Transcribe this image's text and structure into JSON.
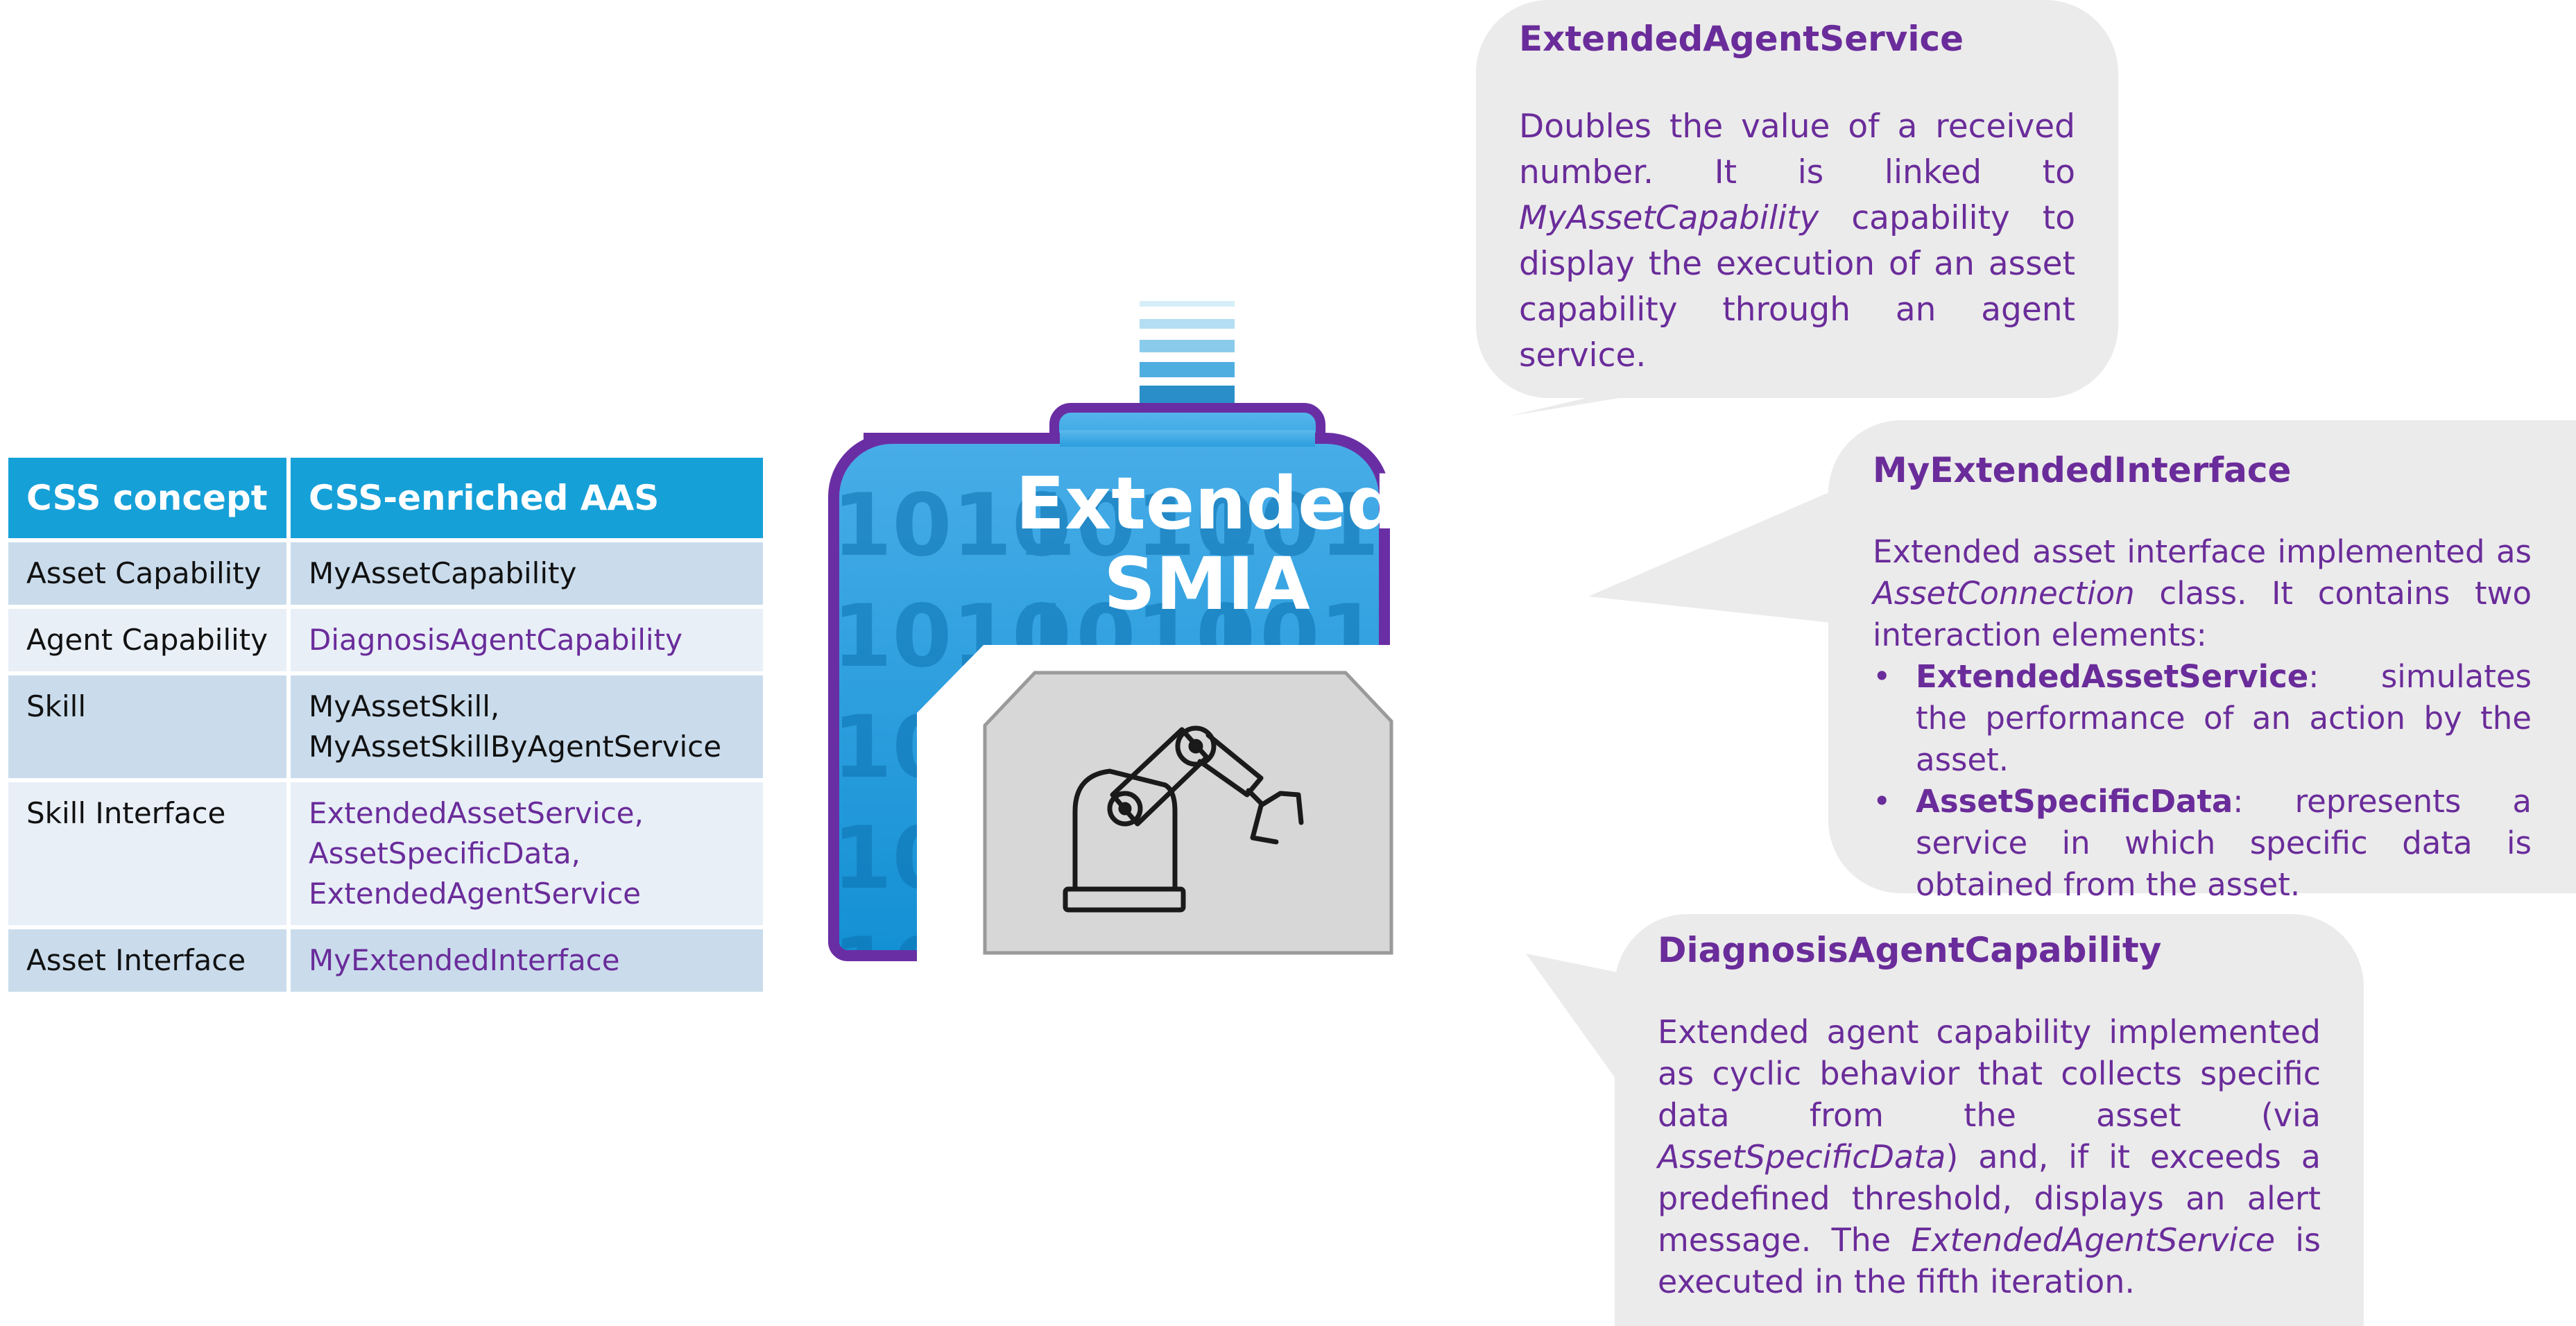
{
  "table": {
    "headers": [
      "CSS concept",
      "CSS-enriched AAS"
    ],
    "rows": [
      {
        "concept": "Asset Capability",
        "values": [
          "MyAssetCapability"
        ],
        "style": "black"
      },
      {
        "concept": "Agent Capability",
        "values": [
          "DiagnosisAgentCapability"
        ],
        "style": "purple"
      },
      {
        "concept": "Skill",
        "values": [
          "MyAssetSkill,",
          "MyAssetSkillByAgentService"
        ],
        "style": "black"
      },
      {
        "concept": "Skill Interface",
        "values": [
          "ExtendedAssetService,",
          "AssetSpecificData,",
          "ExtendedAgentService"
        ],
        "style": "purple"
      },
      {
        "concept": "Asset Interface",
        "values": [
          "MyExtendedInterface"
        ],
        "style": "purple"
      }
    ]
  },
  "smia": {
    "title_line1": "Extended",
    "title_line2": "SMIA",
    "binary_text": "1010",
    "colors": {
      "body_gradient_top": "#48ade8",
      "body_gradient_bottom": "#1390d4",
      "outline": "#6a2ea4",
      "binary": "#0d72b0",
      "asset_box": "#d7d7d7"
    },
    "icon": "robot-arm-icon"
  },
  "callouts": {
    "agent_service": {
      "title": "ExtendedAgentService",
      "text_before": "Doubles the value of a received number. It is linked to ",
      "text_em": "MyAssetCapability",
      "text_after": " capability to display the execution of an asset capability through an agent service."
    },
    "interface": {
      "title": "MyExtendedInterface",
      "text_before": "Extended asset interface implemented as ",
      "text_em": "AssetConnection",
      "text_after": " class. It contains two interaction elements:",
      "bullets": [
        {
          "term": "ExtendedAssetService",
          "desc": ": simulates the performance of an action by the asset."
        },
        {
          "term": "AssetSpecificData",
          "desc": ": represents a service in which specific data is obtained from the asset."
        }
      ]
    },
    "diagnosis": {
      "title": "DiagnosisAgentCapability",
      "text_1": "Extended agent capability implemented as cyclic behavior that collects specific data from the asset (via ",
      "text_em1": "AssetSpecificData",
      "text_2": ") and, if it exceeds a predefined threshold, displays an alert message. The ",
      "text_em2": "ExtendedAgentService",
      "text_3": " is executed in the fifth iteration."
    }
  },
  "colors": {
    "text_purple": "#6a2c9a",
    "table_header": "#16a0d8",
    "row_dark": "#cadcec",
    "row_light": "#e8eff7",
    "callout_bg": "#ebebeb"
  }
}
